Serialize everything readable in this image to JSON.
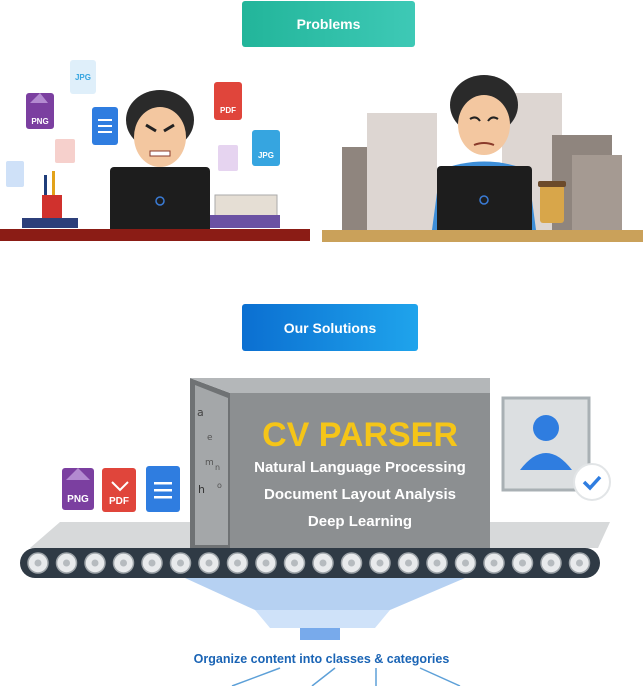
{
  "headers": {
    "problems": "Problems",
    "solutions": "Our Solutions"
  },
  "file_icons": {
    "png": "PNG",
    "pdf": "PDF",
    "jpg": "JPG"
  },
  "parser": {
    "title": "CV PARSER",
    "lines": [
      "Natural Language Processing",
      "Document Layout Analysis",
      "Deep Learning"
    ],
    "side_letters": [
      "a",
      "e",
      "m",
      "o",
      "h",
      "n"
    ]
  },
  "footer_text": "Organize content into classes & categories",
  "colors": {
    "problems_pill": "#22b59a",
    "solutions_pill": "#0b6fd1",
    "title_yellow": "#f5c518",
    "png": "#7b3fa0",
    "pdf": "#e0453b",
    "doc": "#2f7de0",
    "jpg": "#36a5e0"
  }
}
